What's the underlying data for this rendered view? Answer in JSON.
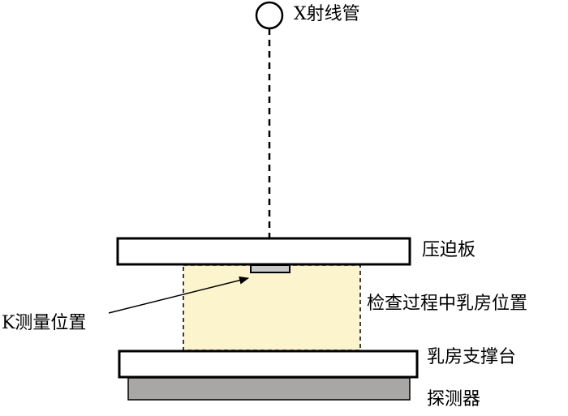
{
  "labels": {
    "xray_tube": "X射线管",
    "compression_plate": "压迫板",
    "breast_position": "检查过程中乳房位置",
    "k_measure_point": "K测量位置",
    "breast_support": "乳房支撑台",
    "detector": "探测器"
  },
  "colors": {
    "stroke": "#000000",
    "plate_fill": "#ffffff",
    "breast_fill": "#fcf4cc",
    "detector_fill": "#a9a6a6",
    "sensor_fill": "#c8c8c8"
  }
}
